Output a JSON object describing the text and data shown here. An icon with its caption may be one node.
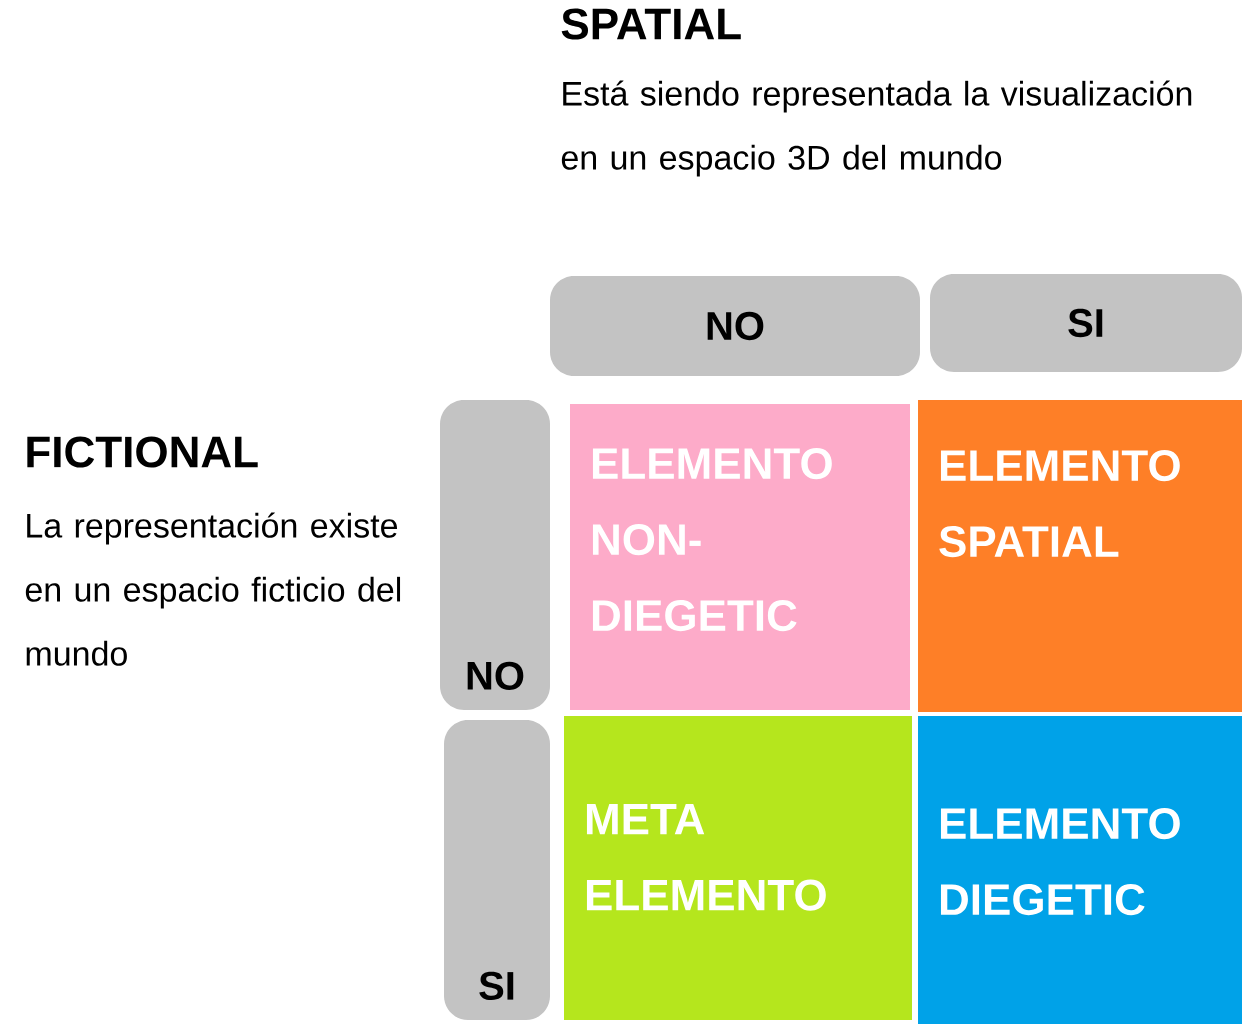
{
  "diagram": {
    "nodes": [
      {
        "text": [
          "NO"
        ]
      },
      {
        "text": [
          "SI"
        ]
      },
      {
        "text": [
          "NO"
        ]
      },
      {
        "text": [
          "SI"
        ]
      },
      {
        "text": [
          "ELEMENTO NON- DIEGETIC"
        ]
      },
      {
        "text": [
          "ELEMENTO SPATIAL"
        ]
      },
      {
        "text": [
          "META ELEMENTO"
        ]
      },
      {
        "text": [
          "ELEMENTO DIEGETIC"
        ]
      }
    ],
    "labels": [
      "SPATIAL",
      "Está siendo representada la visualización en un espacio 3D del mundo",
      "FICTIONAL",
      "La representación existe en un espacio ficticio del mundo"
    ]
  }
}
